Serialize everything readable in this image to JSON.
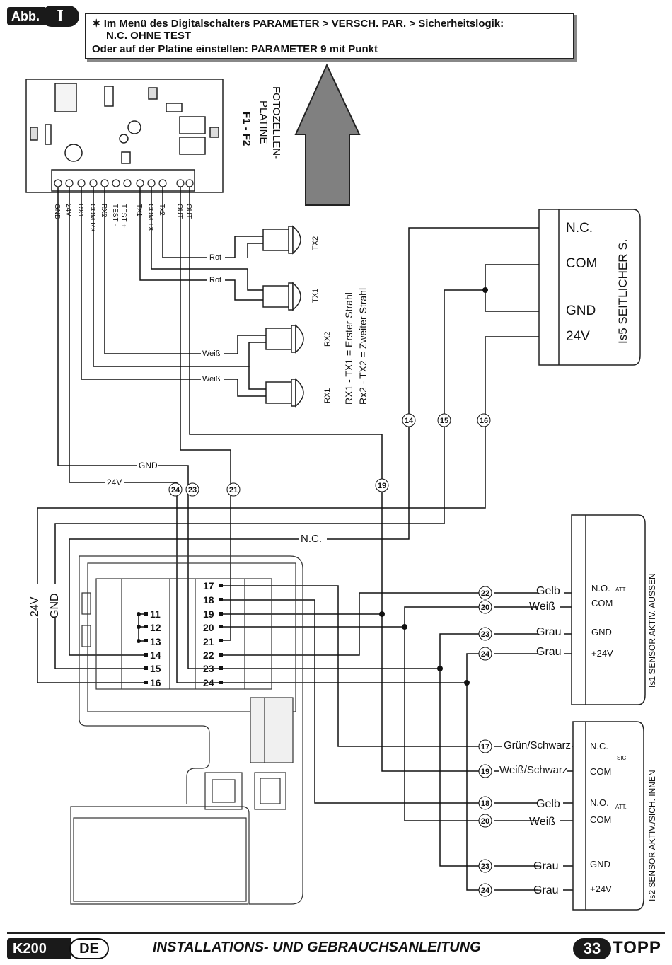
{
  "header": {
    "abb_label": "Abb.",
    "abb_number": "I",
    "note_line1": "✶  Im Menü des Digitalschalters PARAMETER > VERSCH. PAR. > Sicherheitslogik:",
    "note_line2": "N.C. OHNE TEST",
    "note_line3": "Oder auf der Platine einstellen:  PARAMETER 9 mit Punkt"
  },
  "photocell_board": {
    "title_line1": "FOTOZELLEN-",
    "title_line2": "PLATINE",
    "title_line3": "F1 - F2",
    "terminals": [
      "GND",
      "24V",
      "RX1",
      "COM RX",
      "RX2",
      "TEST +",
      "TEST -",
      "TX1",
      "COM TX",
      "Tx2",
      "OUT",
      "OUT"
    ]
  },
  "photocells": {
    "tx2": "TX2",
    "tx1": "TX1",
    "rx2": "RX2",
    "rx1": "RX1",
    "wire_rot": "Rot",
    "wire_weiss": "Weiß",
    "legend1": "RX1 - TX1 = Erster Strahl",
    "legend2": "Rx2 - TX2 = Zweiter Strahl"
  },
  "side_sensor": {
    "title": "Is5 SEITLICHER S.",
    "nc": "N.C.",
    "com": "COM",
    "gnd": "GND",
    "v24": "24V"
  },
  "wires": {
    "gnd": "GND",
    "v24": "24V",
    "nc": "N.C.",
    "gnd_vertical": "GND",
    "v24_vertical": "24V"
  },
  "wire_numbers": [
    "14",
    "15",
    "16",
    "19",
    "24",
    "23",
    "21"
  ],
  "controller": {
    "left_terminals": [
      "11",
      "12",
      "13",
      "14",
      "15",
      "16"
    ],
    "right_terminals": [
      "17",
      "18",
      "19",
      "20",
      "21",
      "22",
      "23",
      "24"
    ]
  },
  "sensor_is1": {
    "title": "Is1 SENSOR AKTIV. AUSSEN",
    "no": "N.O.",
    "att": "ATT.",
    "com": "COM",
    "gnd": "GND",
    "v24": "+24V",
    "wires": [
      {
        "num": "22",
        "label": "Gelb"
      },
      {
        "num": "20",
        "label": "Weiß"
      },
      {
        "num": "23",
        "label": "Grau"
      },
      {
        "num": "24",
        "label": "Grau"
      }
    ]
  },
  "sensor_is2": {
    "title": "Is2 SENSOR AKTIV./SICH. INNEN",
    "nc": "N.C.",
    "sic": "SIC.",
    "com1": "COM",
    "no": "N.O.",
    "att": "ATT.",
    "com2": "COM",
    "gnd": "GND",
    "v24": "+24V",
    "wires": [
      {
        "num": "17",
        "label": "Grün/Schwarz"
      },
      {
        "num": "19",
        "label": "Weiß/Schwarz"
      },
      {
        "num": "18",
        "label": "Gelb"
      },
      {
        "num": "20",
        "label": "Weiß"
      },
      {
        "num": "23",
        "label": "Grau"
      },
      {
        "num": "24",
        "label": "Grau"
      }
    ]
  },
  "footer": {
    "model": "K200",
    "lang": "DE",
    "title": "INSTALLATIONS- UND GEBRAUCHSANLEITUNG",
    "page": "33",
    "brand": "TOPP"
  },
  "colors": {
    "ink": "#111111",
    "arrow": "#808080",
    "board_shade": "#e6e6e6"
  }
}
